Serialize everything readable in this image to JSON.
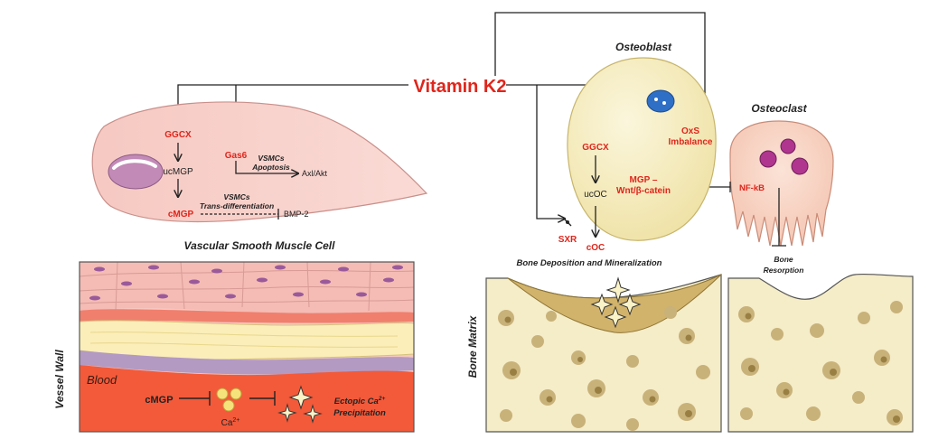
{
  "center": {
    "title": "Vitamin K2"
  },
  "vsmc": {
    "caption": "Vascular Smooth Muscle Cell",
    "ggcx": "GGCX",
    "ucmgp": "ucMGP",
    "cmgp": "cMGP",
    "gas6": "Gas6",
    "vsmcs1": "VSMCs",
    "apoptosis": "Apoptosis",
    "axl": "Axl/Akt",
    "vsmcs2": "VSMCs",
    "transdiff": "Trans-differentiation",
    "bmp2": "BMP-2"
  },
  "vessel": {
    "side_label": "Vessel Wall",
    "blood": "Blood",
    "cmgp": "cMGP",
    "ca": "Ca",
    "ca_sup": "2+",
    "ectopic_line1": "Ectopic Ca",
    "ectopic_sup": "2+",
    "ectopic_line2": "Precipitation"
  },
  "osteoblast": {
    "title": "Osteoblast",
    "ggcx": "GGCX",
    "ucoc": "ucOC",
    "coc": "cOC",
    "sxr": "SXR",
    "mgp1": "MGP –",
    "mgp2": "Wnt/β-catein",
    "oxs1": "OxS",
    "oxs2": "Imbalance",
    "deposition": "Bone Deposition and Mineralization"
  },
  "osteoclast": {
    "title": "Osteoclast",
    "nfkb": "NF-kB",
    "resorp1": "Bone",
    "resorp2": "Resorption"
  },
  "bone": {
    "side_label": "Bone Matrix"
  },
  "colors": {
    "red_text": "#e0251b",
    "cell_fill": "#f7cfc7",
    "osteoblast_fill": "#f7efc0",
    "osteoclast_fill": "#f9d3c2",
    "bone_fill": "#f5ecc8",
    "bone_spot": "#c8b27a",
    "blood": "#f25a3a",
    "nucleus_purple": "#9b3f8f",
    "nucleus_blue": "#2f6fc6"
  }
}
